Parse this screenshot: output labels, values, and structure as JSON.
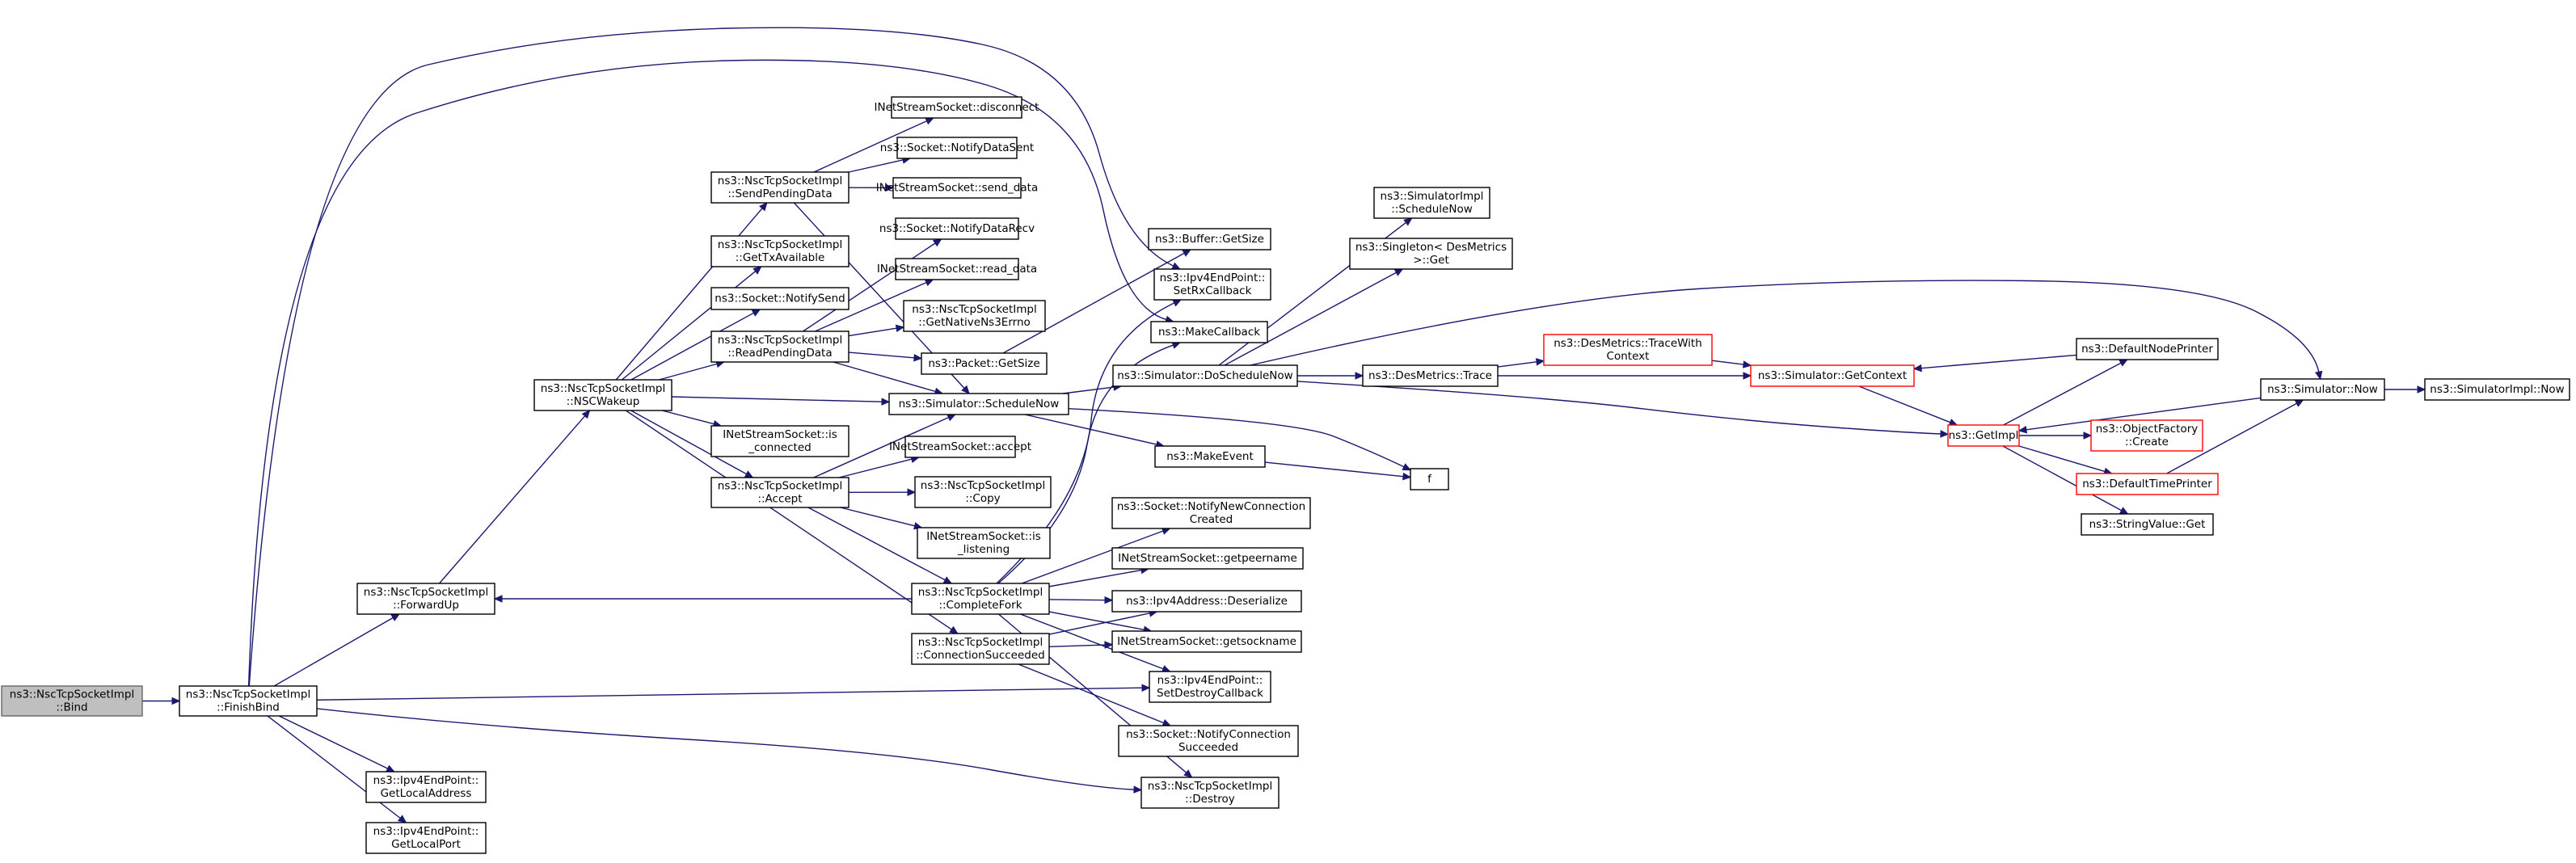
{
  "diagram": {
    "type": "call-graph",
    "colors": {
      "edge": "#191970",
      "node_border": "#000000",
      "root_fill": "#bfbfbf",
      "truncated_border": "#ff0000"
    },
    "nodes": [
      {
        "id": "bind",
        "lines": [
          "ns3::NscTcpSocketImpl",
          "::Bind"
        ],
        "style": "root"
      },
      {
        "id": "finishbind",
        "lines": [
          "ns3::NscTcpSocketImpl",
          "::FinishBind"
        ]
      },
      {
        "id": "forwardup",
        "lines": [
          "ns3::NscTcpSocketImpl",
          "::ForwardUp"
        ]
      },
      {
        "id": "getlocaladdress",
        "lines": [
          "ns3::Ipv4EndPoint::",
          "GetLocalAddress"
        ]
      },
      {
        "id": "getlocalport",
        "lines": [
          "ns3::Ipv4EndPoint::",
          "GetLocalPort"
        ]
      },
      {
        "id": "nscwakeup",
        "lines": [
          "ns3::NscTcpSocketImpl",
          "::NSCWakeup"
        ]
      },
      {
        "id": "sendpending",
        "lines": [
          "ns3::NscTcpSocketImpl",
          "::SendPendingData"
        ]
      },
      {
        "id": "gettxavail",
        "lines": [
          "ns3::NscTcpSocketImpl",
          "::GetTxAvailable"
        ]
      },
      {
        "id": "notifysend",
        "lines": [
          "ns3::Socket::NotifySend"
        ]
      },
      {
        "id": "readpending",
        "lines": [
          "ns3::NscTcpSocketImpl",
          "::ReadPendingData"
        ]
      },
      {
        "id": "isconnected",
        "lines": [
          "INetStreamSocket::is",
          "_connected"
        ]
      },
      {
        "id": "accept",
        "lines": [
          "ns3::NscTcpSocketImpl",
          "::Accept"
        ]
      },
      {
        "id": "connsucceeded",
        "lines": [
          "ns3::NscTcpSocketImpl",
          "::ConnectionSucceeded"
        ]
      },
      {
        "id": "disconnect",
        "lines": [
          "INetStreamSocket::disconnect"
        ]
      },
      {
        "id": "notifydatasent",
        "lines": [
          "ns3::Socket::NotifyDataSent"
        ]
      },
      {
        "id": "senddata",
        "lines": [
          "INetStreamSocket::send_data"
        ]
      },
      {
        "id": "notifydatarecv",
        "lines": [
          "ns3::Socket::NotifyDataRecv"
        ]
      },
      {
        "id": "readdata",
        "lines": [
          "INetStreamSocket::read_data"
        ]
      },
      {
        "id": "getnativeerrno",
        "lines": [
          "ns3::NscTcpSocketImpl",
          "::GetNativeNs3Errno"
        ]
      },
      {
        "id": "packetgetsize",
        "lines": [
          "ns3::Packet::GetSize"
        ]
      },
      {
        "id": "schedulenow",
        "lines": [
          "ns3::Simulator::ScheduleNow"
        ]
      },
      {
        "id": "inetaccept",
        "lines": [
          "INetStreamSocket::accept"
        ]
      },
      {
        "id": "copy",
        "lines": [
          "ns3::NscTcpSocketImpl",
          "::Copy"
        ]
      },
      {
        "id": "islistening",
        "lines": [
          "INetStreamSocket::is",
          "_listening"
        ]
      },
      {
        "id": "completefork",
        "lines": [
          "ns3::NscTcpSocketImpl",
          "::CompleteFork"
        ]
      },
      {
        "id": "buffergetsize",
        "lines": [
          "ns3::Buffer::GetSize"
        ]
      },
      {
        "id": "setrxcallback",
        "lines": [
          "ns3::Ipv4EndPoint::",
          "SetRxCallback"
        ]
      },
      {
        "id": "makecallback",
        "lines": [
          "ns3::MakeCallback"
        ]
      },
      {
        "id": "doschedulenow",
        "lines": [
          "ns3::Simulator::DoScheduleNow"
        ]
      },
      {
        "id": "makeevent",
        "lines": [
          "ns3::MakeEvent"
        ]
      },
      {
        "id": "f",
        "lines": [
          "f"
        ]
      },
      {
        "id": "notifynewconn",
        "lines": [
          "ns3::Socket::NotifyNewConnection",
          "Created"
        ]
      },
      {
        "id": "getpeername",
        "lines": [
          "INetStreamSocket::getpeername"
        ]
      },
      {
        "id": "deserialize",
        "lines": [
          "ns3::Ipv4Address::Deserialize"
        ]
      },
      {
        "id": "getsockname",
        "lines": [
          "INetStreamSocket::getsockname"
        ]
      },
      {
        "id": "setdestroycb",
        "lines": [
          "ns3::Ipv4EndPoint::",
          "SetDestroyCallback"
        ]
      },
      {
        "id": "notifyconnsucc",
        "lines": [
          "ns3::Socket::NotifyConnection",
          "Succeeded"
        ]
      },
      {
        "id": "destroy",
        "lines": [
          "ns3::NscTcpSocketImpl",
          "::Destroy"
        ]
      },
      {
        "id": "simimplschednow",
        "lines": [
          "ns3::SimulatorImpl",
          "::ScheduleNow"
        ]
      },
      {
        "id": "singletonget",
        "lines": [
          "ns3::Singleton< DesMetrics",
          ">::Get"
        ]
      },
      {
        "id": "desmetricstrace",
        "lines": [
          "ns3::DesMetrics::Trace"
        ]
      },
      {
        "id": "tracewithcontext",
        "lines": [
          "ns3::DesMetrics::TraceWith",
          "Context"
        ],
        "style": "truncated"
      },
      {
        "id": "getcontext",
        "lines": [
          "ns3::Simulator::GetContext"
        ],
        "style": "truncated"
      },
      {
        "id": "getimpl",
        "lines": [
          "ns3::GetImpl"
        ],
        "style": "truncated"
      },
      {
        "id": "defaultnodeprinter",
        "lines": [
          "ns3::DefaultNodePrinter"
        ]
      },
      {
        "id": "objfactorycreate",
        "lines": [
          "ns3::ObjectFactory",
          "::Create"
        ],
        "style": "truncated"
      },
      {
        "id": "defaulttimeprinter",
        "lines": [
          "ns3::DefaultTimePrinter"
        ],
        "style": "truncated"
      },
      {
        "id": "stringvalueget",
        "lines": [
          "ns3::StringValue::Get"
        ]
      },
      {
        "id": "simnow",
        "lines": [
          "ns3::Simulator::Now"
        ]
      },
      {
        "id": "simimplnow",
        "lines": [
          "ns3::SimulatorImpl::Now"
        ]
      }
    ],
    "edges": [
      [
        "bind",
        "finishbind"
      ],
      [
        "finishbind",
        "forwardup"
      ],
      [
        "finishbind",
        "getlocaladdress"
      ],
      [
        "finishbind",
        "getlocalport"
      ],
      [
        "finishbind",
        "setrxcallback"
      ],
      [
        "finishbind",
        "makecallback"
      ],
      [
        "finishbind",
        "setdestroycb"
      ],
      [
        "finishbind",
        "destroy"
      ],
      [
        "forwardup",
        "nscwakeup"
      ],
      [
        "nscwakeup",
        "sendpending"
      ],
      [
        "nscwakeup",
        "gettxavail"
      ],
      [
        "nscwakeup",
        "notifysend"
      ],
      [
        "nscwakeup",
        "readpending"
      ],
      [
        "nscwakeup",
        "isconnected"
      ],
      [
        "nscwakeup",
        "accept"
      ],
      [
        "nscwakeup",
        "connsucceeded"
      ],
      [
        "nscwakeup",
        "schedulenow"
      ],
      [
        "sendpending",
        "disconnect"
      ],
      [
        "sendpending",
        "notifydatasent"
      ],
      [
        "sendpending",
        "senddata"
      ],
      [
        "sendpending",
        "schedulenow"
      ],
      [
        "readpending",
        "notifydatarecv"
      ],
      [
        "readpending",
        "readdata"
      ],
      [
        "readpending",
        "getnativeerrno"
      ],
      [
        "readpending",
        "packetgetsize"
      ],
      [
        "readpending",
        "schedulenow"
      ],
      [
        "packetgetsize",
        "buffergetsize"
      ],
      [
        "accept",
        "inetaccept"
      ],
      [
        "accept",
        "copy"
      ],
      [
        "accept",
        "islistening"
      ],
      [
        "accept",
        "completefork"
      ],
      [
        "accept",
        "schedulenow"
      ],
      [
        "completefork",
        "forwardup"
      ],
      [
        "completefork",
        "setrxcallback"
      ],
      [
        "completefork",
        "makecallback"
      ],
      [
        "completefork",
        "notifynewconn"
      ],
      [
        "completefork",
        "getpeername"
      ],
      [
        "completefork",
        "deserialize"
      ],
      [
        "completefork",
        "getsockname"
      ],
      [
        "completefork",
        "setdestroycb"
      ],
      [
        "completefork",
        "destroy"
      ],
      [
        "connsucceeded",
        "deserialize"
      ],
      [
        "connsucceeded",
        "getsockname"
      ],
      [
        "connsucceeded",
        "notifyconnsucc"
      ],
      [
        "schedulenow",
        "doschedulenow"
      ],
      [
        "schedulenow",
        "makeevent"
      ],
      [
        "schedulenow",
        "f"
      ],
      [
        "makeevent",
        "f"
      ],
      [
        "doschedulenow",
        "simimplschednow"
      ],
      [
        "doschedulenow",
        "singletonget"
      ],
      [
        "doschedulenow",
        "desmetricstrace"
      ],
      [
        "doschedulenow",
        "getimpl"
      ],
      [
        "doschedulenow",
        "simnow"
      ],
      [
        "desmetricstrace",
        "tracewithcontext"
      ],
      [
        "desmetricstrace",
        "getcontext"
      ],
      [
        "tracewithcontext",
        "getcontext"
      ],
      [
        "getcontext",
        "getimpl"
      ],
      [
        "defaultnodeprinter",
        "getcontext"
      ],
      [
        "getimpl",
        "defaultnodeprinter"
      ],
      [
        "getimpl",
        "objfactorycreate"
      ],
      [
        "getimpl",
        "defaulttimeprinter"
      ],
      [
        "getimpl",
        "stringvalueget"
      ],
      [
        "defaulttimeprinter",
        "simnow"
      ],
      [
        "simnow",
        "getimpl"
      ],
      [
        "simnow",
        "simimplnow"
      ]
    ]
  }
}
